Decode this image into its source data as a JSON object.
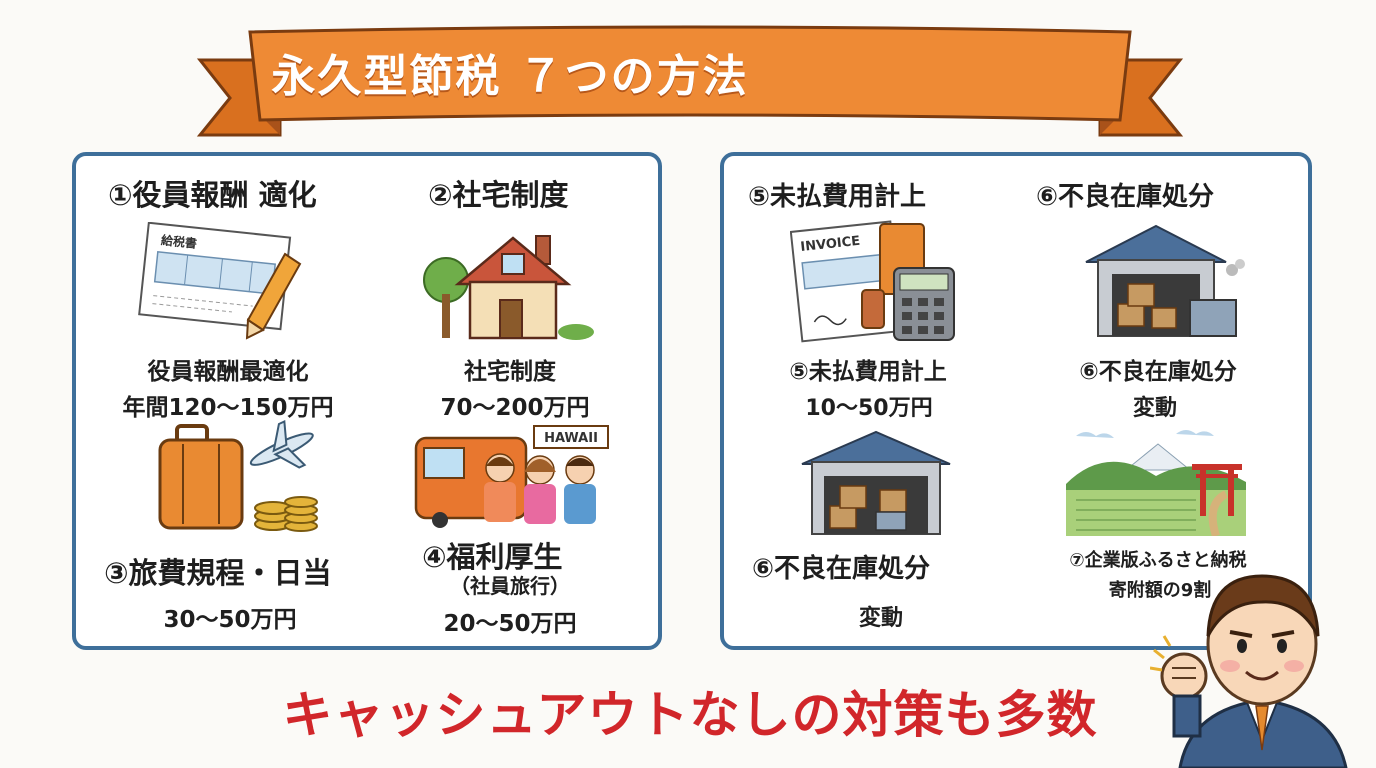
{
  "banner": {
    "title": "永久型節税 ７つの方法"
  },
  "left_panel": {
    "item1": {
      "heading": "①役員報酬 適化",
      "line1": "役員報酬最適化",
      "line2": "年間120〜150万円",
      "doc_label": "給税書"
    },
    "item2": {
      "heading": "②社宅制度",
      "line1": "社宅制度",
      "line2": "70〜200万円"
    },
    "item3": {
      "heading": "③旅費規程・日当",
      "line1": "30〜50万円"
    },
    "item4": {
      "heading": "④福利厚生",
      "line1": "（社員旅行）",
      "line2": "20〜50万円",
      "sign": "HAWAII"
    }
  },
  "right_panel": {
    "item5": {
      "heading": "⑤未払費用計上",
      "line1": "⑤未払費用計上",
      "line2": "10〜50万円",
      "doc_label": "INVOICE"
    },
    "item6": {
      "heading": "⑥不良在庫処分",
      "line1": "⑥不良在庫処分",
      "line2": "変動"
    },
    "item6b": {
      "heading": "⑥不良在庫処分",
      "line1": "変動"
    },
    "item7": {
      "line1": "⑦企業版ふるさと納税",
      "line2": "寄附額の9割"
    }
  },
  "footer": {
    "slogan": "キャッシュアウトなしの対策も多数"
  },
  "colors": {
    "banner": "#ee8a35",
    "panel_border": "#3e6f9a",
    "slogan": "#d1262a"
  },
  "icons": [
    "tax-document-icon",
    "pencil-icon",
    "house-icon",
    "suitcase-icon",
    "airplane-icon",
    "coins-icon",
    "bus-icon",
    "invoice-icon",
    "calculator-icon",
    "warehouse-icon",
    "torii-landscape-icon",
    "businessman-mascot"
  ]
}
